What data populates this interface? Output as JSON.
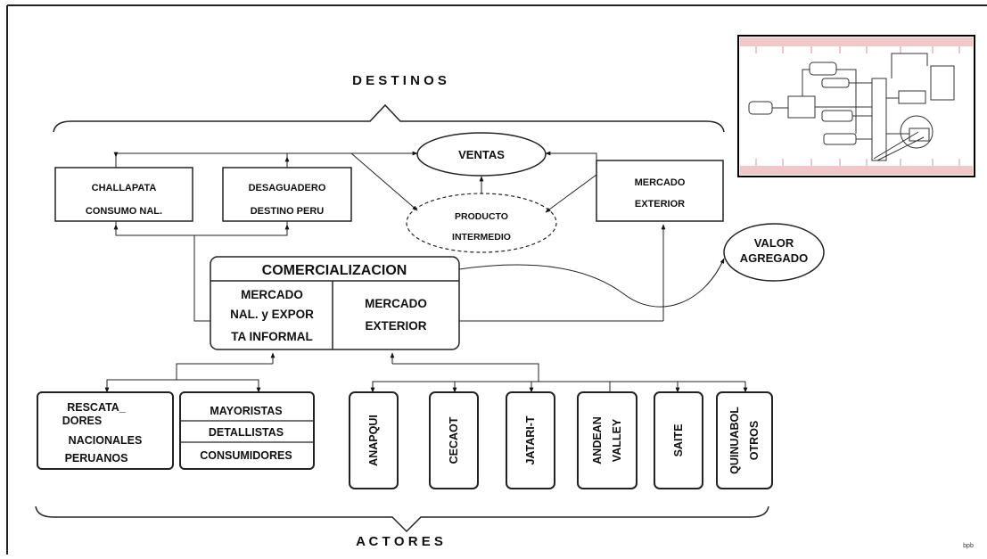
{
  "headers": {
    "destinos": "D E S T I N O S",
    "actores": "A C T O R E S"
  },
  "destinations": {
    "challapata": [
      "CHALLAPATA",
      "CONSUMO NAL."
    ],
    "desaguadero": [
      "DESAGUADERO",
      "DESTINO PERU"
    ],
    "ventas": "VENTAS",
    "producto": [
      "PRODUCTO",
      "INTERMEDIO"
    ],
    "mercado_exterior": [
      "MERCADO",
      "EXTERIOR"
    ],
    "valor_agregado": [
      "VALOR",
      "AGREGADO"
    ]
  },
  "comercializacion": {
    "title": "COMERCIALIZACION",
    "left": [
      "MERCADO",
      "NAL. y EXPOR",
      "TA INFORMAL"
    ],
    "right": [
      "MERCADO",
      "EXTERIOR"
    ]
  },
  "actors": {
    "rescatadores": [
      "RESCATA_",
      "DORES",
      "NACIONALES",
      "PERUANOS"
    ],
    "mayoristas": "MAYORISTAS",
    "detallistas": "DETALLISTAS",
    "consumidores": "CONSUMIDORES",
    "anapqui": "ANAPQUI",
    "cecaot": "CECAOT",
    "jatari": "JATARI-T",
    "andean": [
      "ANDEAN",
      "VALLEY"
    ],
    "saite": "SAITE",
    "quinuabol": [
      "QUINUABOL",
      "OTROS"
    ]
  },
  "corner_mark": "bpb"
}
